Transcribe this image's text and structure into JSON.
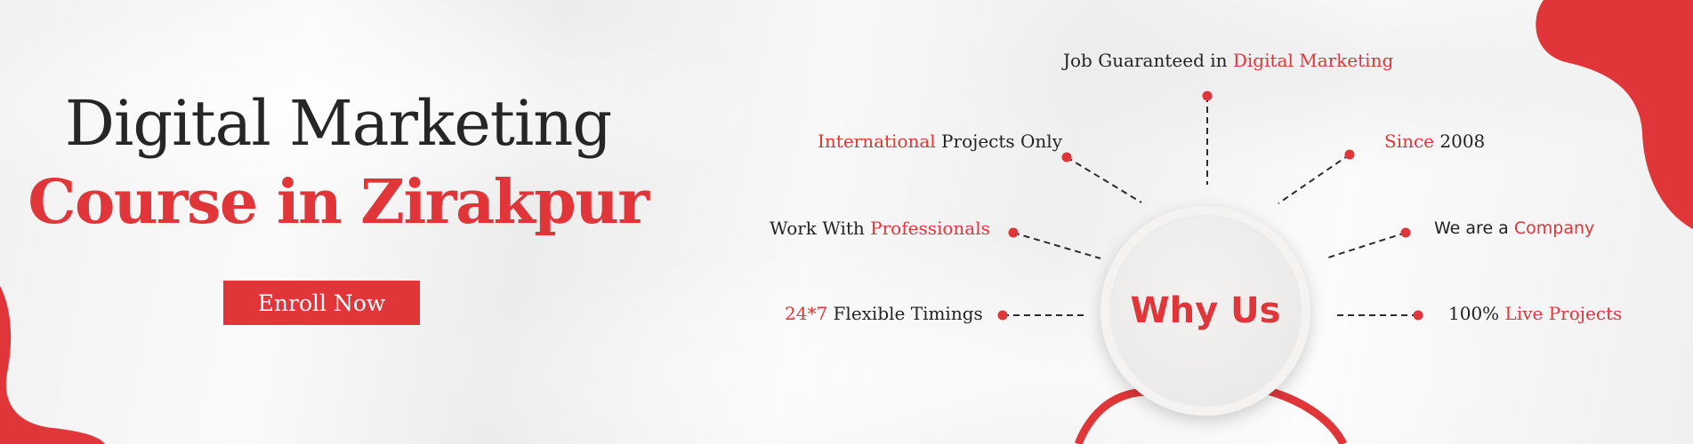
{
  "colors": {
    "accent": "#e03539",
    "text": "#232323",
    "background": "#f3f3f3"
  },
  "hero": {
    "title_line1": "Digital Marketing",
    "title_line2": "Course in Zirakpur",
    "enroll_label": "Enroll Now"
  },
  "center": {
    "label": "Why Us"
  },
  "features": [
    {
      "plain": "Job Guaranteed in ",
      "highlight": "Digital Marketing",
      "after": ""
    },
    {
      "plain": "",
      "highlight": "International",
      "after": " Projects Only"
    },
    {
      "plain": "",
      "highlight": "Since",
      "after": " 2008"
    },
    {
      "plain": "Work With ",
      "highlight": "Professionals",
      "after": ""
    },
    {
      "plain": "We are a ",
      "highlight": "Company",
      "after": ""
    },
    {
      "plain": "",
      "highlight": "24*7",
      "after": " Flexible Timings"
    },
    {
      "plain": "100% ",
      "highlight": "Live Projects",
      "after": ""
    }
  ]
}
